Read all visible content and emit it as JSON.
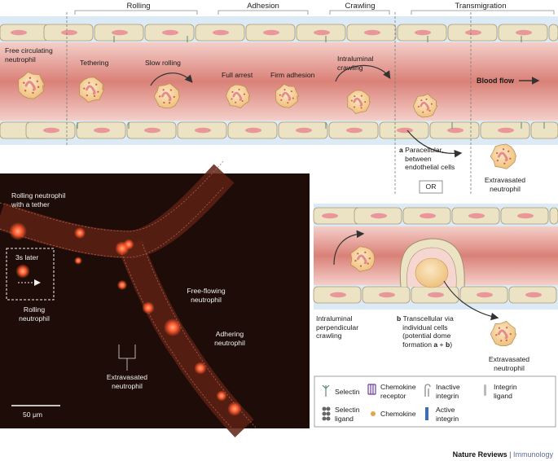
{
  "stage_headers": {
    "rolling": "Rolling",
    "adhesion": "Adhesion",
    "crawling": "Crawling",
    "transmigration": "Transmigration"
  },
  "cells": {
    "free_circulating_l1": "Free circulating",
    "free_circulating_l2": "neutrophil",
    "tethering": "Tethering",
    "slow_rolling": "Slow rolling",
    "full_arrest": "Full arrest",
    "firm_adhesion": "Firm adhesion",
    "intraluminal_crawling_l1": "Intraluminal",
    "intraluminal_crawling_l2": "crawling",
    "blood_flow": "Blood flow"
  },
  "paracellular": {
    "letter": "a",
    "l1": "Paracellular,",
    "l2": "between",
    "l3": "endothelial cells"
  },
  "extravasated_top": {
    "l1": "Extravasated",
    "l2": "neutrophil"
  },
  "or_label": "OR",
  "lower_vessel": {
    "perp_l1": "Intraluminal",
    "perp_l2": "perpendicular",
    "perp_l3": "crawling",
    "trans_letter": "b",
    "trans_l1": "Transcellular via",
    "trans_l2": "individual cells",
    "trans_l3": "(potential dome",
    "trans_l4_pre": "formation ",
    "trans_l4_a": "a",
    "trans_l4_plus": " + ",
    "trans_l4_b": "b",
    "trans_l4_post": ")",
    "extra_l1": "Extravasated",
    "extra_l2": "neutrophil"
  },
  "micrograph": {
    "rolling_tether_l1": "Rolling neutrophil",
    "rolling_tether_l2": "with a tether",
    "three_s": "3s later",
    "rolling_l1": "Rolling",
    "rolling_l2": "neutrophil",
    "free_flowing_l1": "Free-flowing",
    "free_flowing_l2": "neutrophil",
    "adhering_l1": "Adhering",
    "adhering_l2": "neutrophil",
    "extravasated_l1": "Extravasated",
    "extravasated_l2": "neutrophil",
    "scale": "50 μm"
  },
  "legend": {
    "selectin": "Selectin",
    "chemokine_receptor_l1": "Chemokine",
    "chemokine_receptor_l2": "receptor",
    "inactive_integrin_l1": "Inactive",
    "inactive_integrin_l2": "integrin",
    "integrin_ligand_l1": "Integrin",
    "integrin_ligand_l2": "ligand",
    "selectin_ligand_l1": "Selectin",
    "selectin_ligand_l2": "ligand",
    "chemokine": "Chemokine",
    "active_integrin_l1": "Active",
    "active_integrin_l2": "integrin"
  },
  "credit": {
    "brand": "Nature Reviews",
    "sep": " | ",
    "journal": "Immunology"
  },
  "colors": {
    "vessel_light": "#f6d6d0",
    "vessel_dark": "#d9847c",
    "endothelial": "#ece2c4",
    "nucleus": "#e98a93",
    "neutrophil": "#f7d9a3",
    "neutrophil_granule": "#e1574a",
    "micrograph_bg": "#1d0c07",
    "micrograph_vessel": "#7a2c1c",
    "micrograph_cell": "#ff5d32"
  }
}
